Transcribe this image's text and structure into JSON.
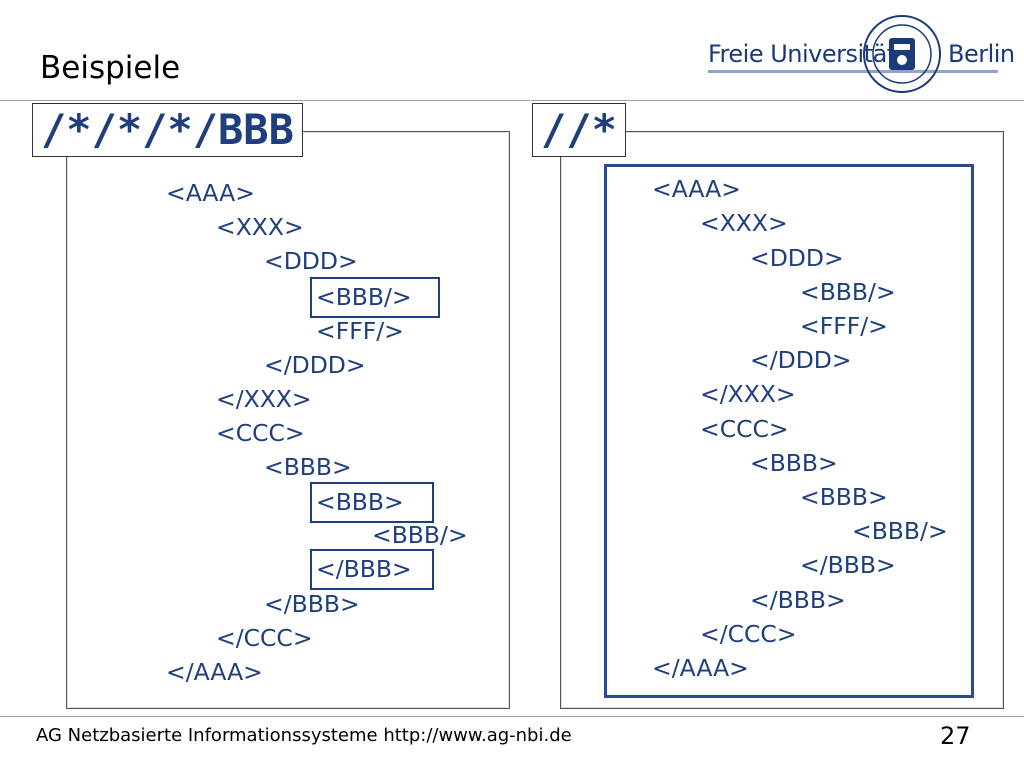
{
  "slide": {
    "title": "Beispiele",
    "brand_left": "Freie Universität",
    "brand_right": "Berlin",
    "footer_text": "AG Netzbasierte Informationssysteme http://www.ag-nbi.de",
    "page_number": "27"
  },
  "left_example": {
    "query": "/*/*/*/BBB",
    "lines": [
      "<AAA>",
      "<XXX>",
      "<DDD>",
      "<BBB/>",
      "<FFF/>",
      "</DDD>",
      "</XXX>",
      "<CCC>",
      "<BBB>",
      "<BBB>",
      "<BBB/>",
      "</BBB>",
      "</BBB>",
      "</CCC>",
      "</AAA>"
    ],
    "highlighted_lines": [
      3,
      9,
      11
    ]
  },
  "right_example": {
    "query": "//*",
    "lines": [
      "<AAA>",
      "<XXX>",
      "<DDD>",
      "<BBB/>",
      "<FFF/>",
      "</DDD>",
      "</XXX>",
      "<CCC>",
      "<BBB>",
      "<BBB>",
      "<BBB/>",
      "</BBB>",
      "</BBB>",
      "</CCC>",
      "</AAA>"
    ],
    "highlight": "all"
  },
  "colors": {
    "code": "#1e3e7e",
    "brand": "#1b3a7a"
  }
}
